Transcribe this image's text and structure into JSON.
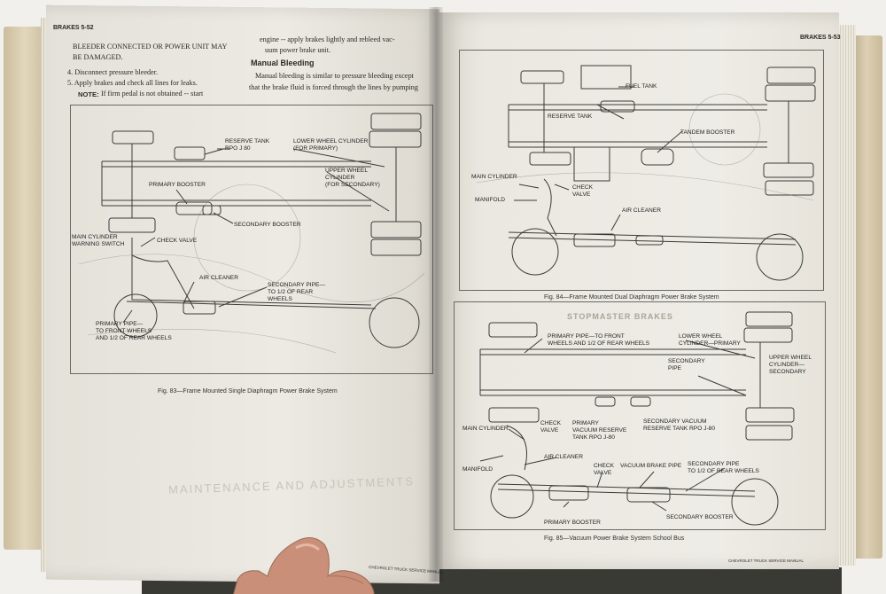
{
  "left_page": {
    "header": "BRAKES 5-52",
    "col1_lines": [
      "BLEEDER CONNECTED OR POWER UNIT MAY",
      "BE DAMAGED."
    ],
    "step4": "4. Disconnect pressure bleeder.",
    "step5": "5. Apply brakes and check all lines for leaks.",
    "note_label": "NOTE:",
    "note_text": "If firm pedal is not obtained -- start",
    "col2_line1": "engine -- apply brakes lightly and rebleed vac-",
    "col2_line2": "uum power brake unit.",
    "manual_heading": "Manual Bleeding",
    "manual_line1": "Manual bleeding is similar to pressure bleeding except",
    "manual_line2": "that the brake fluid is forced through the lines by pumping",
    "figure_caption": "Fig. 83—Frame Mounted Single Diaphragm Power Brake System",
    "callouts": {
      "reserve_tank": "RESERVE TANK\nRPO J 80",
      "lower_wheel_cyl": "LOWER WHEEL CYLINDER\n(FOR PRIMARY)",
      "upper_wheel_cyl": "UPPER WHEEL\nCYLINDER\n(FOR SECONDARY)",
      "primary_booster": "PRIMARY BOOSTER",
      "secondary_booster": "SECONDARY BOOSTER",
      "main_cylinder_switch": "MAIN CYLINDER\nWARNING SWITCH",
      "check_valve": "CHECK VALVE",
      "air_cleaner": "AIR CLEANER",
      "secondary_pipe": "SECONDARY PIPE—\nTO 1/2 OF REAR\nWHEELS",
      "primary_pipe": "PRIMARY PIPE—\nTO FRONT WHEELS\nAND 1/2 OF REAR WHEELS"
    },
    "bg_heading": "MAINTENANCE AND ADJUSTMENTS",
    "footer": "CHEVROLET TRUCK SERVICE MANUAL"
  },
  "right_page": {
    "header": "BRAKES 5-53",
    "fig84_caption": "Fig. 84—Frame Mounted Dual Diaphragm Power Brake System",
    "fig84_callouts": {
      "fuel_tank": "FUEL TANK",
      "reserve_tank": "RESERVE TANK",
      "tandem_booster": "TANDEM BOOSTER",
      "main_cylinder": "MAIN CYLINDER",
      "manifold": "MANIFOLD",
      "check_valve": "CHECK\nVALVE",
      "air_cleaner": "AIR CLEANER"
    },
    "bg_heading": "STOPMASTER BRAKES",
    "fig85_caption": "Fig. 85—Vacuum Power Brake System School Bus",
    "fig85_callouts": {
      "primary_pipe": "PRIMARY PIPE—TO FRONT\nWHEELS AND 1/2 OF REAR WHEELS",
      "lower_wheel_cyl": "LOWER WHEEL\nCYLINDER—PRIMARY",
      "upper_wheel_cyl": "UPPER WHEEL\nCYLINDER—\nSECONDARY",
      "secondary_pipe": "SECONDARY\nPIPE",
      "main_cylinder": "MAIN CYLINDER",
      "check_valve": "CHECK\nVALVE",
      "primary_vac_tank": "PRIMARY\nVACUUM RESERVE\nTANK RPO J-80",
      "secondary_vac_tank": "SECONDARY VACUUM\nRESERVE TANK RPO J-80",
      "manifold": "MANIFOLD",
      "air_cleaner": "AIR CLEANER",
      "check_valve2": "CHECK\nVALVE",
      "vacuum_brake_pipe": "VACUUM BRAKE PIPE",
      "secondary_pipe_rear": "SECONDARY PIPE\nTO 1/2 OF REAR WHEELS",
      "primary_booster": "PRIMARY BOOSTER",
      "secondary_booster": "SECONDARY BOOSTER"
    },
    "footer": "CHEVROLET TRUCK SERVICE MANUAL"
  },
  "colors": {
    "background": "#f1f0ec",
    "paper": "#ebe8e0",
    "ink": "#2a2926",
    "cover_edge": "#d9cdb0"
  }
}
